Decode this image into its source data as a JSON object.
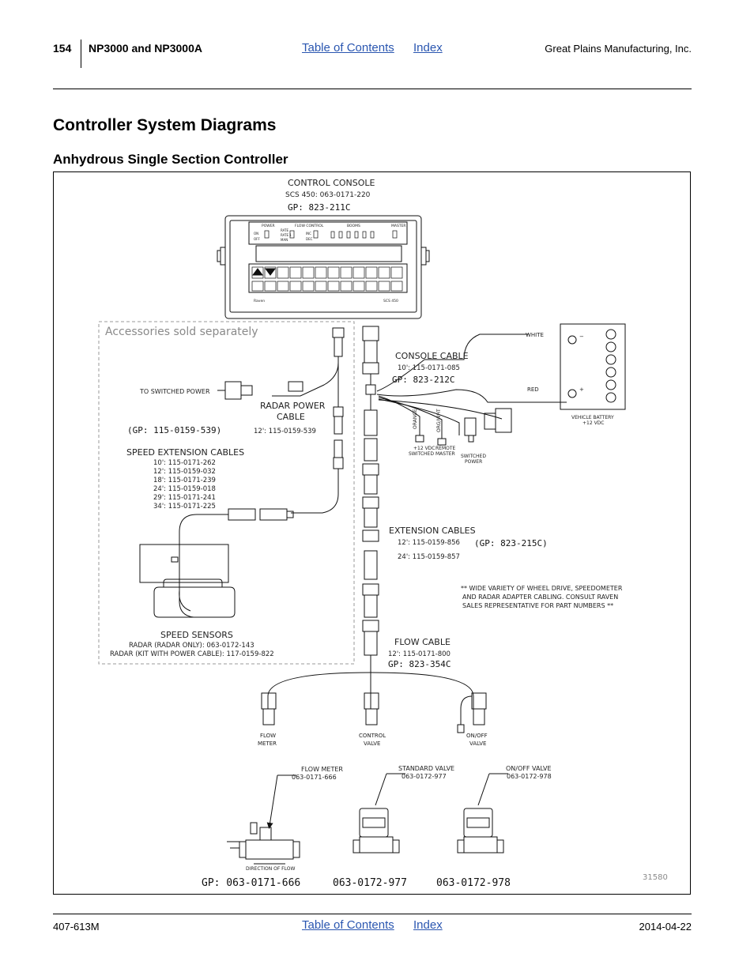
{
  "header": {
    "page_number": "154",
    "title": "NP3000 and NP3000A",
    "toc_link": "Table of Contents",
    "index_link": "Index",
    "company": "Great Plains Manufacturing, Inc."
  },
  "section_title": "Controller System Diagrams",
  "subsection_title": "Anhydrous Single Section Controller",
  "diagram": {
    "console_title": "CONTROL CONSOLE",
    "console_part": "SCS 450: 063-0171-220",
    "console_gp": "GP: 823-211C",
    "console_labels": {
      "power": "POWER",
      "flow_control": "FLOW CONTROL",
      "booms": "BOOMS",
      "master": "MASTER",
      "on": "ON",
      "off": "OFF",
      "rate": "RATE",
      "rate1": "RATE 1",
      "rate2": "RATE 2",
      "man": "MAN",
      "inc": "INC",
      "dec": "DEC",
      "brand": "Raven",
      "model": "SCS 450"
    },
    "accessories_label": "Accessories sold separately",
    "to_switched_power": "TO SWITCHED POWER",
    "radar_power_cable": [
      "RADAR POWER",
      "CABLE"
    ],
    "radar_power_gp": "(GP: 115-0159-539)",
    "radar_power_part": "12': 115-0159-539",
    "speed_ext_title": "SPEED EXTENSION CABLES",
    "speed_ext_parts": [
      "10': 115-0171-262",
      "12': 115-0159-032",
      "18': 115-0171-239",
      "24': 115-0159-018",
      "29': 115-0171-241",
      "34': 115-0171-225"
    ],
    "speed_sensors_title": "SPEED SENSORS",
    "speed_sensor_parts": [
      "RADAR (RADAR ONLY): 063-0172-143",
      "RADAR (KIT WITH POWER CABLE): 117-0159-822"
    ],
    "console_cable_title": "CONSOLE CABLE",
    "console_cable_part": "10': 115-0171-085",
    "console_cable_gp": "GP: 823-212C",
    "white": "WHITE",
    "red": "RED",
    "orange": "ORANGE",
    "org_wht": "ORG/WHT",
    "switched_12v": [
      "+12 VDC",
      "SWITCHED"
    ],
    "remote_master": [
      "REMOTE",
      "MASTER"
    ],
    "switched_power": [
      "SWITCHED",
      "POWER"
    ],
    "vehicle_battery": [
      "VEHICLE BATTERY",
      "+12 VDC"
    ],
    "minus": "−",
    "plus": "+",
    "ext_cables_title": "EXTENSION CABLES",
    "ext_cable_parts": [
      "12': 115-0159-856",
      "24': 115-0159-857"
    ],
    "ext_cables_gp": "(GP: 823-215C)",
    "note": [
      "** WIDE VARIETY OF WHEEL DRIVE, SPEEDOMETER",
      "AND RADAR ADAPTER CABLING.  CONSULT RAVEN",
      "SALES REPRESENTATIVE FOR PART NUMBERS **"
    ],
    "flow_cable_title": "FLOW CABLE",
    "flow_cable_part": "12': 115-0171-800",
    "flow_cable_gp": "GP: 823-354C",
    "flow_meter_conn": [
      "FLOW",
      "METER"
    ],
    "control_valve_conn": [
      "CONTROL",
      "VALVE"
    ],
    "onoff_valve_conn": [
      "ON/OFF",
      "VALVE"
    ],
    "flow_meter_callout": [
      "FLOW METER",
      "063-0171-666"
    ],
    "standard_valve_callout": [
      "STANDARD VALVE",
      "063-0172-977"
    ],
    "onoff_valve_callout": [
      "ON/OFF VALVE",
      "063-0172-978"
    ],
    "direction_of_flow": "DIRECTION OF FLOW",
    "bottom_parts": [
      "GP: 063-0171-666",
      "063-0172-977",
      "063-0172-978"
    ],
    "figure_number": "31580"
  },
  "footer": {
    "doc_number": "407-613M",
    "toc_link": "Table of Contents",
    "index_link": "Index",
    "date": "2014-04-22"
  },
  "colors": {
    "link": "#2a56b0",
    "accessory_box": "#9a9a9a"
  }
}
